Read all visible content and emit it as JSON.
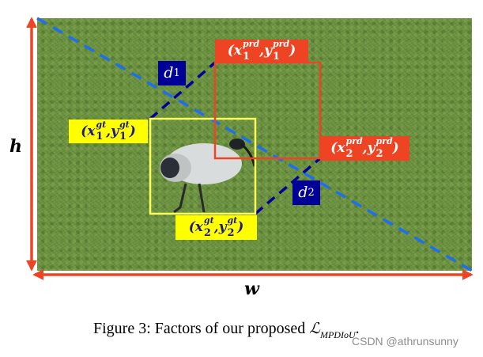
{
  "figure": {
    "axis_labels": {
      "height": "h",
      "width": "w"
    },
    "gt_box": {
      "top_left_label": {
        "paren_open": "(",
        "x": "x",
        "x_sup": "gt",
        "x_sub": "1",
        "comma": ",",
        "y": "y",
        "y_sup": "gt",
        "y_sub": "1",
        "paren_close": ")"
      },
      "bottom_right_label": {
        "paren_open": "(",
        "x": "x",
        "x_sup": "gt",
        "x_sub": "2",
        "comma": ",",
        "y": "y",
        "y_sup": "gt",
        "y_sub": "2",
        "paren_close": ")"
      },
      "color": "#ffff00"
    },
    "prd_box": {
      "top_left_label": {
        "paren_open": "(",
        "x": "x",
        "x_sup": "prd",
        "x_sub": "1",
        "comma": ",",
        "y": "y",
        "y_sup": "prd",
        "y_sub": "1",
        "paren_close": ")"
      },
      "bottom_right_label": {
        "paren_open": "(",
        "x": "x",
        "x_sup": "prd",
        "x_sub": "2",
        "comma": ",",
        "y": "y",
        "y_sup": "prd",
        "y_sub": "2",
        "paren_close": ")"
      },
      "color": "#ef4424"
    },
    "distances": {
      "d1": {
        "symbol": "d",
        "sub": "1"
      },
      "d2": {
        "symbol": "d",
        "sub": "2"
      },
      "color": "#000099"
    },
    "diagonal_color": "#1e6ff0",
    "arrow_color": "#ef4424"
  },
  "caption": {
    "prefix": "Figure 3: Factors of our proposed ",
    "loss_symbol": "ℒ",
    "loss_subscript": "MPDIoU",
    "suffix": "."
  },
  "watermark": "CSDN @athrunsunny"
}
